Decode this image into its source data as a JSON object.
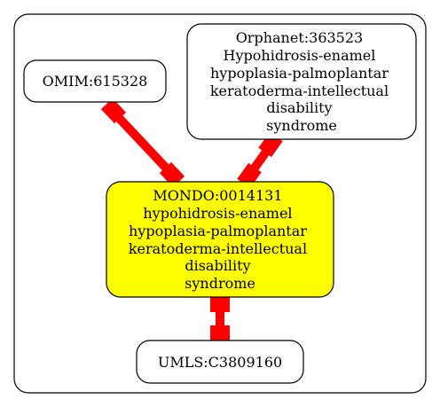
{
  "diagram": {
    "colors": {
      "edge": "#ff0000",
      "border": "#000000",
      "node_fill": "#ffffff",
      "center_fill": "#ffff00"
    },
    "nodes": {
      "omim": {
        "lines": [
          "OMIM:615328"
        ]
      },
      "orphanet": {
        "lines": [
          "Orphanet:363523",
          "Hypohidrosis-enamel",
          "hypoplasia-palmoplantar",
          "keratoderma-intellectual",
          "disability",
          "syndrome"
        ]
      },
      "mondo": {
        "lines": [
          "MONDO:0014131",
          "hypohidrosis-enamel",
          "hypoplasia-palmoplantar",
          "keratoderma-intellectual",
          "disability",
          "syndrome"
        ]
      },
      "umls": {
        "lines": [
          "UMLS:C3809160"
        ]
      }
    }
  }
}
